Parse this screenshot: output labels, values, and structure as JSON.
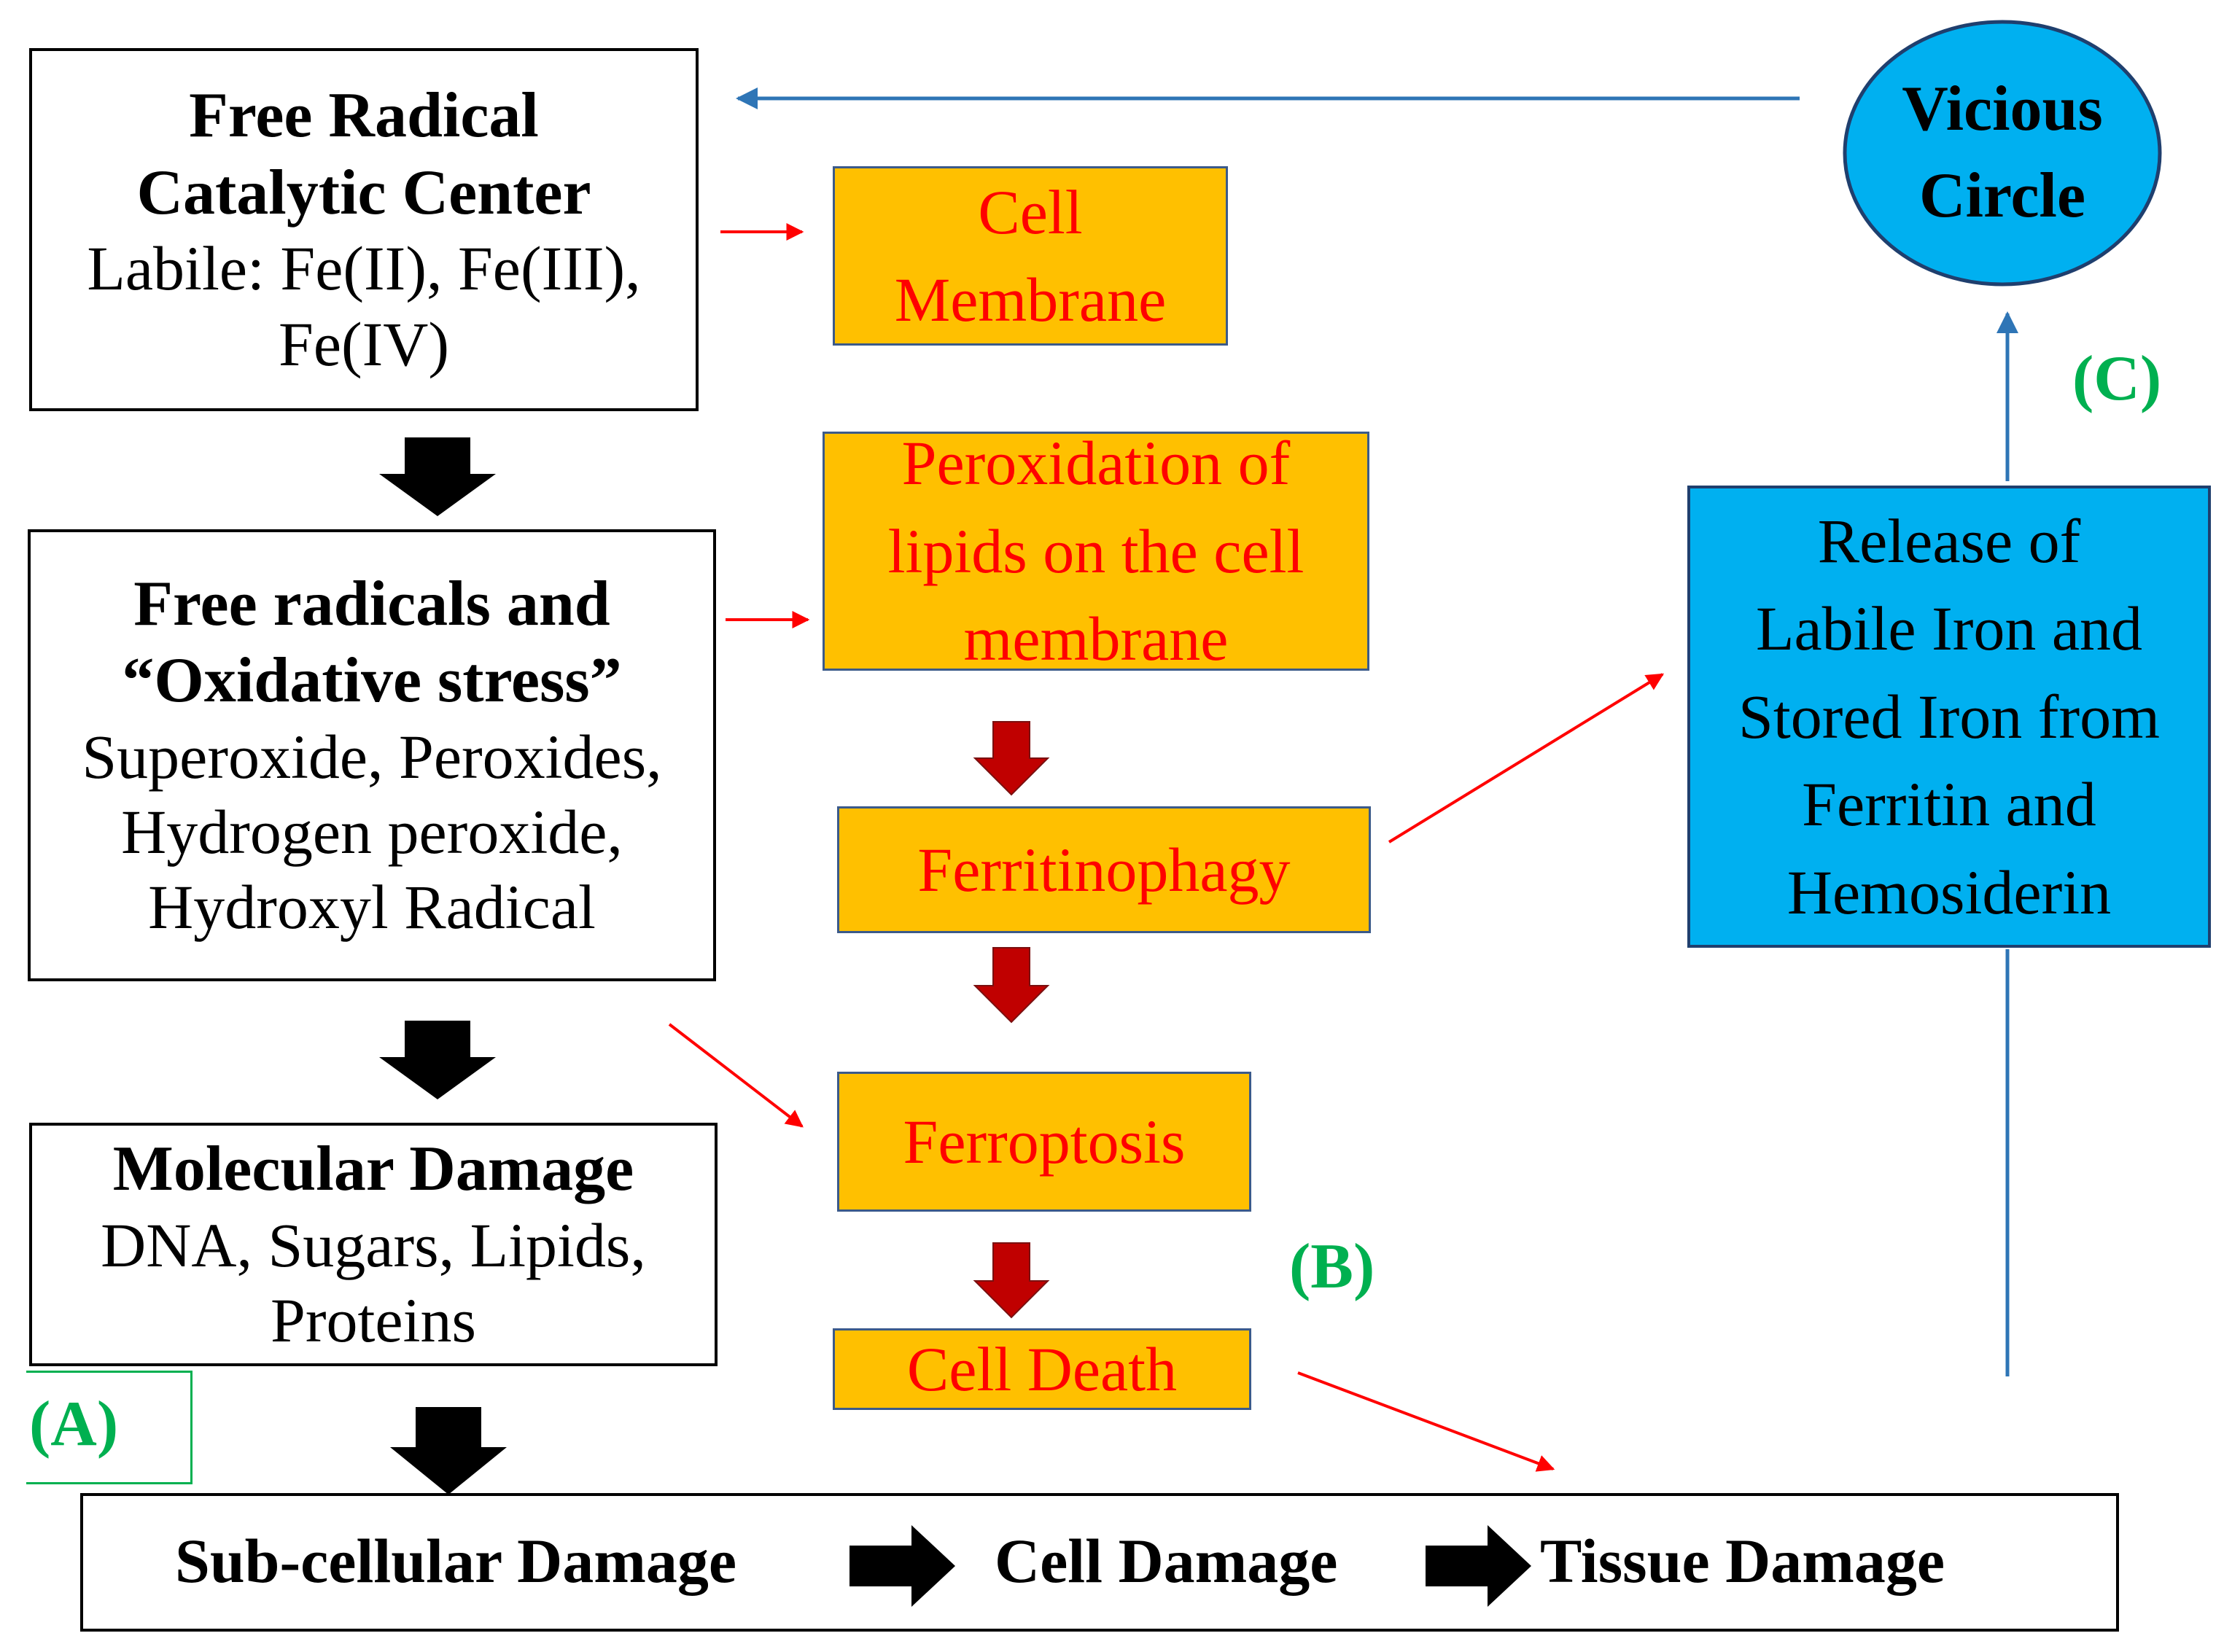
{
  "boxes": {
    "free_radical_center": {
      "title": "Free Radical",
      "title2": "Catalytic Center",
      "line1": "Labile: Fe(II), Fe(III),",
      "line2": "Fe(IV)"
    },
    "free_radicals": {
      "title": "Free radicals and",
      "title2": "“Oxidative stress”",
      "line1": "Superoxide, Peroxides,",
      "line2": "Hydrogen peroxide,",
      "line3": "Hydroxyl Radical"
    },
    "molecular_damage": {
      "title": "Molecular Damage",
      "line1": "DNA, Sugars, Lipids,",
      "line2": "Proteins"
    },
    "cell_membrane": {
      "line1": "Cell",
      "line2": "Membrane"
    },
    "peroxidation": {
      "line1": "Peroxidation of",
      "line2": "lipids on the cell",
      "line3": "membrane"
    },
    "ferritinophagy": {
      "line1": "Ferritinophagy"
    },
    "ferroptosis": {
      "line1": "Ferroptosis"
    },
    "cell_death": {
      "line1": "Cell Death"
    },
    "release_iron": {
      "line1": "Release of",
      "line2": "Labile Iron and",
      "line3": "Stored Iron from",
      "line4": "Ferritin and",
      "line5": "Hemosiderin"
    },
    "vicious_circle": {
      "line1": "Vicious",
      "line2": "Circle"
    },
    "damage_chain": {
      "item1": "Sub-cellular Damage",
      "item2": "Cell Damage",
      "item3": "Tissue Damage"
    }
  },
  "labels": {
    "a": "(A)",
    "b": "(B)",
    "c": "(C)"
  },
  "colors": {
    "orange": "#FFC000",
    "blue": "#00B0F0",
    "red_text": "#FF0000",
    "green_label": "#00B050",
    "red_arrow": "#FF0000",
    "blue_arrow": "#2E75B6",
    "block_arrow_black": "#000000",
    "block_arrow_red": "#C00000"
  }
}
